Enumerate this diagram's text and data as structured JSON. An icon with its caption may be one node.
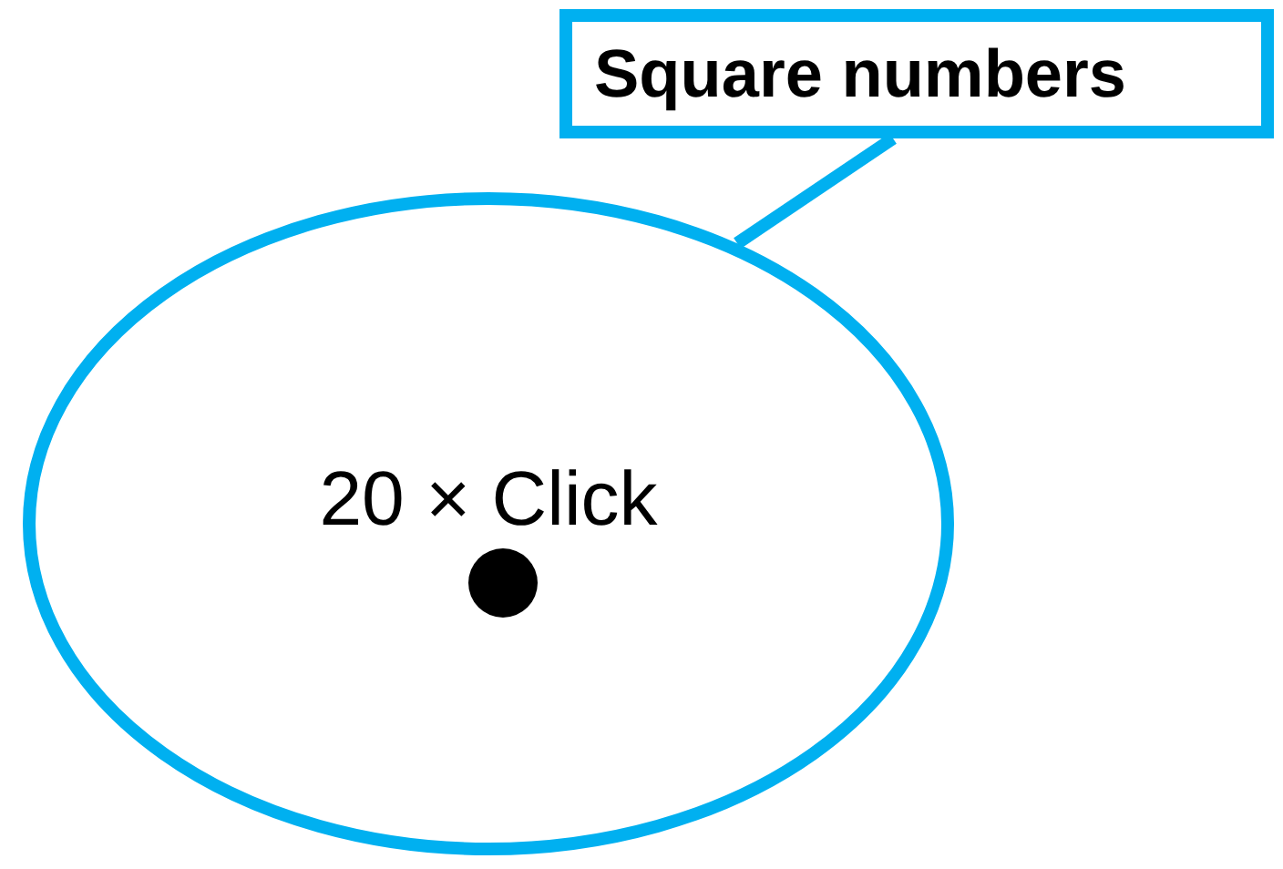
{
  "diagram": {
    "nodes": [
      {
        "text": [
          "Square numbers"
        ]
      },
      {
        "text": [
          "20 × Click"
        ]
      }
    ],
    "edges": [
      {
        "from": 0,
        "to": 1,
        "arrow": "none"
      }
    ]
  }
}
